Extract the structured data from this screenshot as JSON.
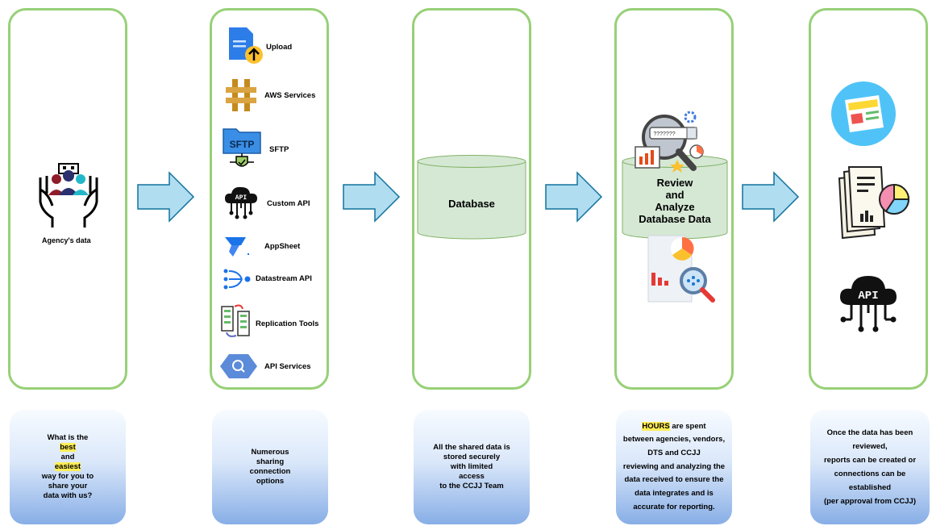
{
  "panels": {
    "agency": {
      "label": "Agency's data"
    },
    "sharing": {
      "items": [
        {
          "label": "Upload",
          "icon": "upload-file-icon"
        },
        {
          "label": "AWS Services",
          "icon": "aws-icon"
        },
        {
          "label": "SFTP",
          "icon": "sftp-folder-icon"
        },
        {
          "label": "Custom API",
          "icon": "api-cloud-icon"
        },
        {
          "label": "AppSheet",
          "icon": "appsheet-icon"
        },
        {
          "label": "Datastream API",
          "icon": "datastream-icon"
        },
        {
          "label": "Replication Tools",
          "icon": "replication-icon"
        },
        {
          "label": "API Services",
          "icon": "api-services-icon"
        }
      ],
      "sftp_icon_text": "SFTP",
      "api_icon_text": "API"
    },
    "database": {
      "label": "Database"
    },
    "review": {
      "label_lines": [
        "Review",
        "and",
        "Analyze",
        "Database Data"
      ],
      "search_text": "???????"
    },
    "outputs": {
      "api_icon_text": "API"
    }
  },
  "descriptions": {
    "agency": {
      "lines": [
        "What is the",
        "best",
        "and",
        "easiest",
        "way for you to",
        "share your",
        "data with us?"
      ]
    },
    "sharing": {
      "lines": [
        "Numerous",
        "sharing",
        "connection",
        "options"
      ]
    },
    "database": {
      "lines": [
        "All the shared data is",
        "stored securely",
        "with limited",
        "access",
        "to the CCJJ Team"
      ]
    },
    "review": {
      "highlight": "HOURS",
      "first_rest": " are spent",
      "lines": [
        "between agencies, vendors,",
        "DTS and CCJJ",
        "reviewing and analyzing the",
        "data received to ensure the",
        "data integrates and is",
        "accurate for reporting."
      ]
    },
    "outputs": {
      "lines": [
        "Once the data has been",
        "reviewed,",
        "reports can be created or",
        "connections can be",
        "established",
        "(per approval from CCJJ)"
      ]
    }
  },
  "colors": {
    "panel_border": "#97d077",
    "arrow_fill": "#b1ddf0",
    "arrow_stroke": "#10739e",
    "cylinder_fill": "#d5e8d4",
    "highlight": "#ffee58"
  }
}
